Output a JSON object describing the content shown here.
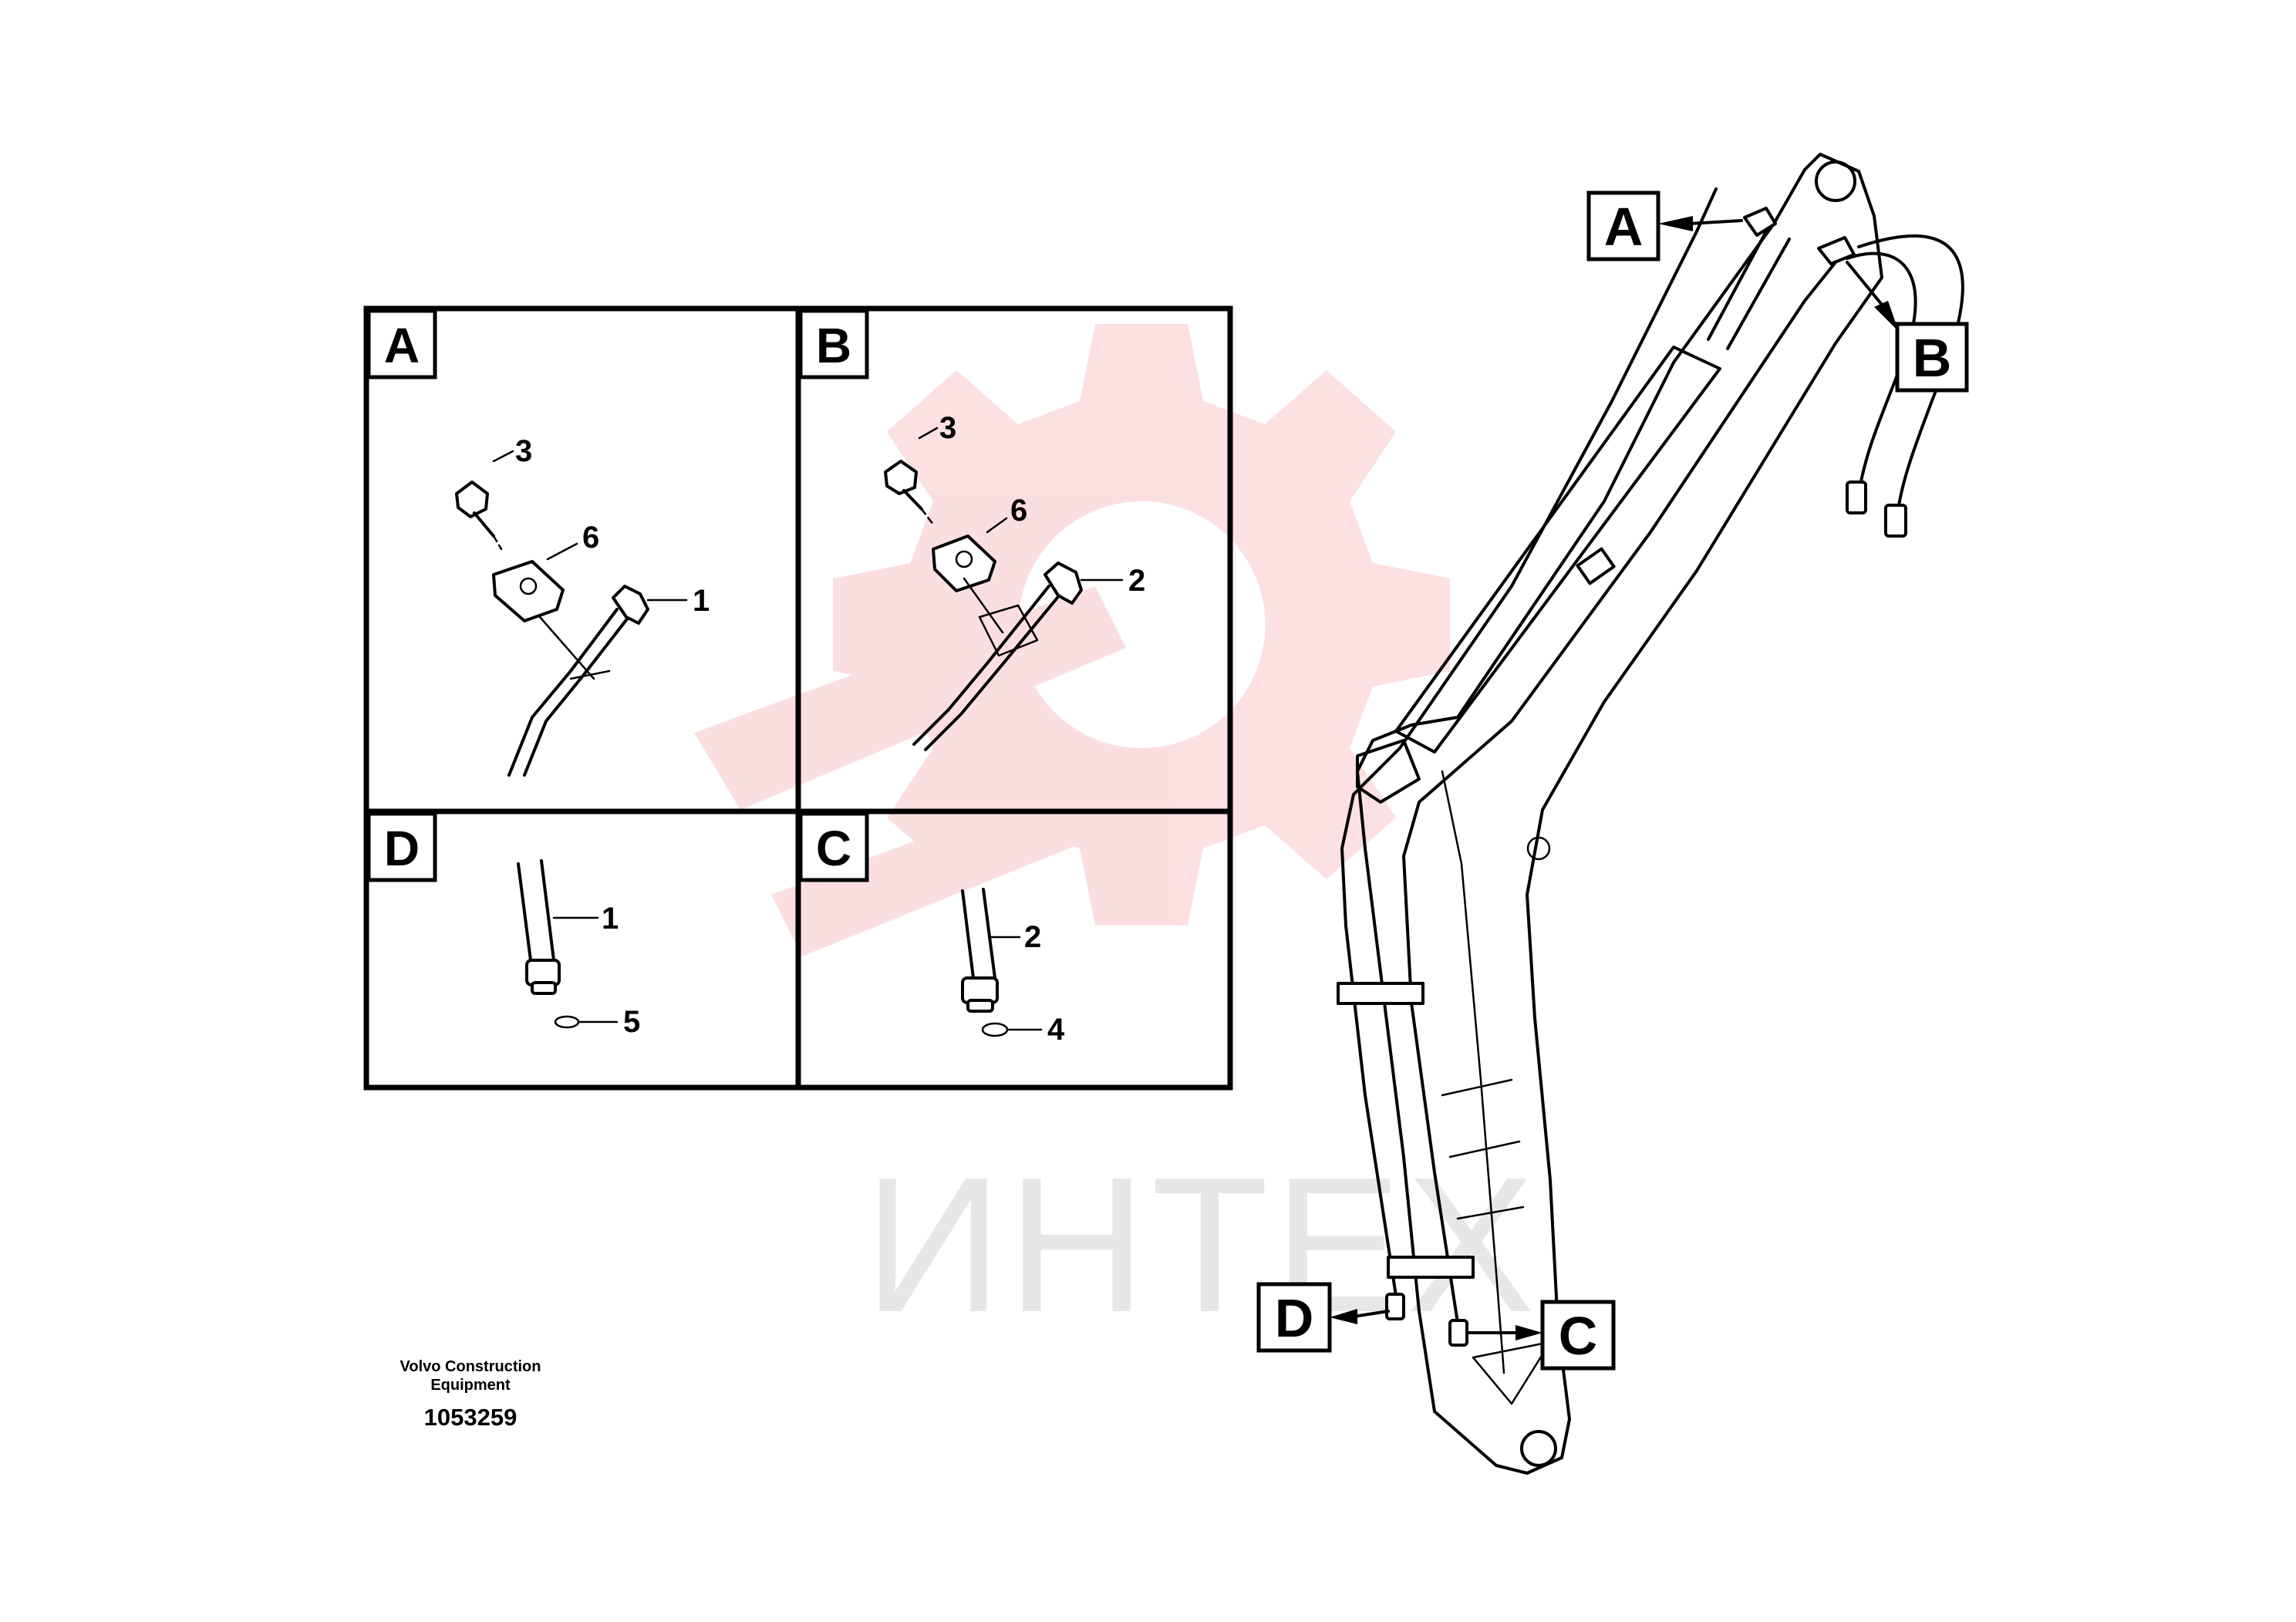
{
  "watermark": {
    "text": "ИНТЕХ",
    "color": "#e8303a"
  },
  "panels": [
    {
      "letter": "A",
      "callouts": [
        "3",
        "6",
        "1"
      ]
    },
    {
      "letter": "B",
      "callouts": [
        "3",
        "6",
        "2"
      ]
    },
    {
      "letter": "D",
      "callouts": [
        "1",
        "5"
      ]
    },
    {
      "letter": "C",
      "callouts": [
        "2",
        "4"
      ]
    }
  ],
  "boom_labels": [
    "A",
    "B",
    "D",
    "C"
  ],
  "credit": {
    "company": "Volvo Construction Equipment",
    "part_number": "1053259"
  }
}
